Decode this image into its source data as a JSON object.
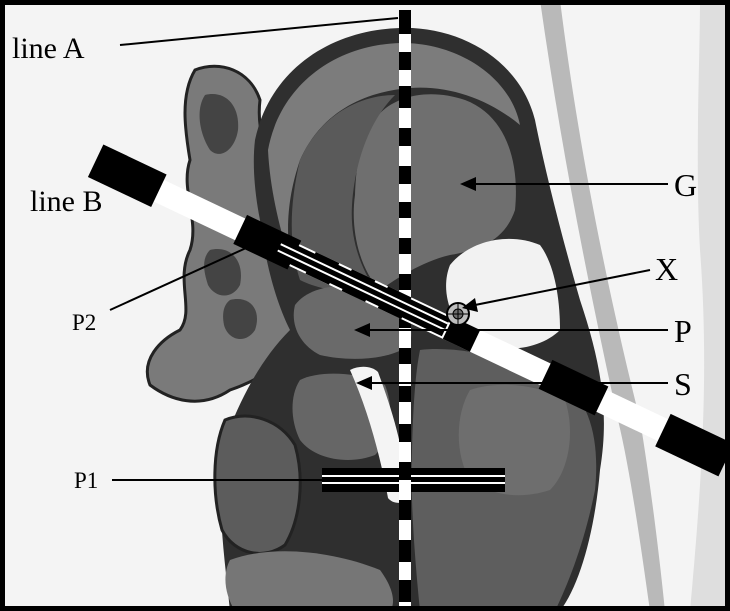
{
  "figure": {
    "labels": {
      "line_a": "line A",
      "line_b": "line B",
      "g": "G",
      "x": "X",
      "p": "P",
      "s": "S",
      "p1": "P1",
      "p2": "P2"
    },
    "colors": {
      "frame": "#000000",
      "background": "#f4f4f4",
      "dark_tissue": "#3f3f3f",
      "mid_tissue": "#6a6a6a",
      "light_tissue": "#8f8f8f",
      "outline": "#111111",
      "line_white": "#ffffff",
      "line_black": "#000000"
    }
  }
}
